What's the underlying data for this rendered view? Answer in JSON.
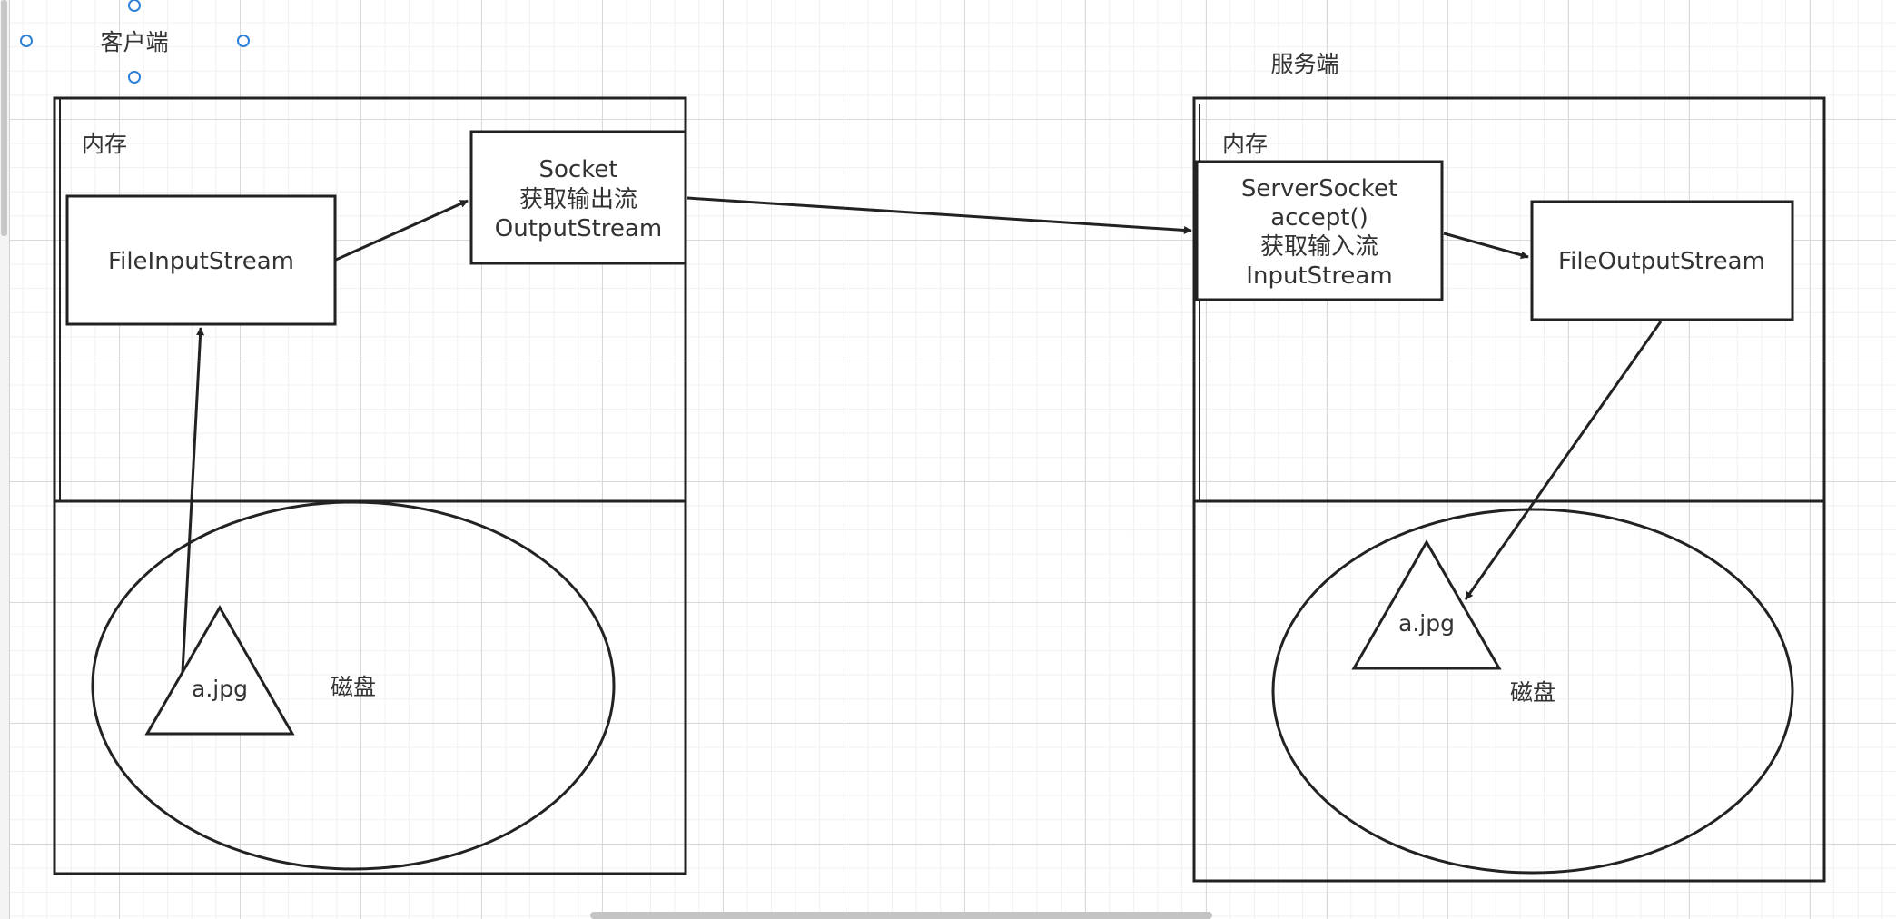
{
  "client": {
    "title": "客户端",
    "memory_label": "内存",
    "file_input_label": "FileInputStream",
    "socket_lines": [
      "Socket",
      "获取输出流",
      "OutputStream"
    ],
    "disk_label": "磁盘",
    "file_label": "a.jpg"
  },
  "server": {
    "title": "服务端",
    "memory_label": "内存",
    "server_socket_lines": [
      "ServerSocket",
      "accept()",
      "获取输入流",
      "InputStream"
    ],
    "file_output_label": "FileOutputStream",
    "disk_label": "磁盘",
    "file_label": "a.jpg"
  },
  "colors": {
    "stroke": "#222222",
    "text": "#333333",
    "handle": "#2f7fd6"
  }
}
